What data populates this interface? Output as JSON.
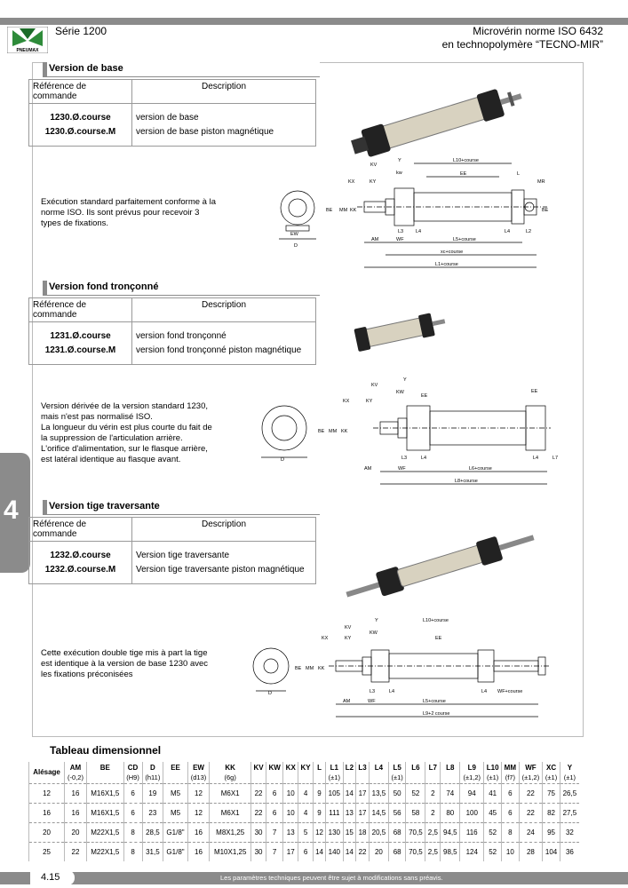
{
  "header": {
    "logo_text": "PNEUMAX",
    "series": "Série 1200",
    "title_line1": "Microvérin norme ISO 6432",
    "title_line2": "en technopolymère “TECNO-MIR”"
  },
  "side_tab": "4",
  "ref_header": {
    "col1": "Référence de commande",
    "col2": "Description"
  },
  "sections": [
    {
      "title": "Version de base",
      "codes": [
        "1230.Ø.course",
        "1230.Ø.course.M"
      ],
      "descriptions": [
        "version de base",
        "version de base piston magnétique"
      ],
      "text": "Exécution standard parfaitement conforme à la norme ISO. Ils sont prévus pour recevoir 3 types de fixations."
    },
    {
      "title": "Version fond tronçonné",
      "codes": [
        "1231.Ø.course",
        "1231.Ø.course.M"
      ],
      "descriptions": [
        "version fond tronçonné",
        "version fond tronçonné piston magnétique"
      ],
      "text_lines": [
        "Version dérivée de la version standard 1230,",
        "mais n'est pas normalisé ISO.",
        "La longueur du vérin est plus courte du fait de",
        "la suppression de l'articulation arrière.",
        "L'orifice d'alimentation, sur le flasque arrière,",
        "est latéral identique au flasque avant."
      ]
    },
    {
      "title": "Version tige traversante",
      "codes": [
        "1232.Ø.course",
        "1232.Ø.course.M"
      ],
      "descriptions": [
        "Version tige traversante",
        "Version tige traversante piston magnétique"
      ],
      "text": "Cette exécution double tige mis à part la tige est identique à la version de base 1230 avec les fixations préconisées"
    }
  ],
  "drawing_labels": {
    "d1": {
      "kv": "KV",
      "y": "Y",
      "kw": "kw",
      "l10": "L10+course",
      "kx": "KX",
      "ky": "KY",
      "ee": "EE",
      "l": "L",
      "mr": "MR",
      "be": "BE",
      "mm": "MM",
      "kk": "KK",
      "cd": "CD",
      "ew": "EW",
      "d": "D",
      "l3": "L3",
      "l4": "L4",
      "l2": "L2",
      "am": "AM",
      "wf": "WF",
      "l5": "L5+course",
      "xc": "xc+course",
      "l1": "L1+course"
    },
    "d2": {
      "y": "Y",
      "kv": "KV",
      "kw": "KW",
      "ee": "EE",
      "kx": "KX",
      "ky": "KY",
      "be": "BE",
      "mm": "MM",
      "kk": "KK",
      "d": "D",
      "l3": "L3",
      "l4": "L4",
      "l7": "L7",
      "am": "AM",
      "wf": "WF",
      "l6": "L6+course",
      "l8": "L8+course"
    },
    "d3": {
      "y": "Y",
      "l10": "L10+course",
      "kv": "KV",
      "kx": "KX",
      "ky": "KY",
      "kw": "KW",
      "ee": "EE",
      "be": "BE",
      "mm": "MM",
      "kk": "KK",
      "d": "D",
      "l3": "L3",
      "l4": "L4",
      "wf2": "WF+course",
      "am": "AM",
      "wf": "WF",
      "l5": "L5+course",
      "l9": "L9+2 course"
    }
  },
  "dim_table": {
    "title": "Tableau dimensionnel",
    "columns": [
      "Alésage",
      "AM",
      "BE",
      "CD",
      "D",
      "EE",
      "EW",
      "KK",
      "KV",
      "KW",
      "KX",
      "KY",
      "L",
      "L1",
      "L2",
      "L3",
      "L4",
      "L5",
      "L6",
      "L7",
      "L8",
      "L9",
      "L10",
      "MM",
      "WF",
      "XC",
      "Y"
    ],
    "tolerances": [
      "",
      "(-0,2)",
      "",
      "(H9)",
      "(h11)",
      "",
      "(d13)",
      "(6g)",
      "",
      "",
      "",
      "",
      "",
      "(±1)",
      "",
      "",
      "",
      "(±1)",
      "",
      "",
      "",
      "(±1,2)",
      "(±1)",
      "(f7)",
      "(±1,2)",
      "(±1)",
      "(±1)"
    ],
    "rows": [
      [
        "12",
        "16",
        "M16X1,5",
        "6",
        "19",
        "M5",
        "12",
        "M6X1",
        "22",
        "6",
        "10",
        "4",
        "9",
        "105",
        "14",
        "17",
        "13,5",
        "50",
        "52",
        "2",
        "74",
        "94",
        "41",
        "6",
        "22",
        "75",
        "26,5"
      ],
      [
        "16",
        "16",
        "M16X1,5",
        "6",
        "23",
        "M5",
        "12",
        "M6X1",
        "22",
        "6",
        "10",
        "4",
        "9",
        "111",
        "13",
        "17",
        "14,5",
        "56",
        "58",
        "2",
        "80",
        "100",
        "45",
        "6",
        "22",
        "82",
        "27,5"
      ],
      [
        "20",
        "20",
        "M22X1,5",
        "8",
        "28,5",
        "G1/8\"",
        "16",
        "M8X1,25",
        "30",
        "7",
        "13",
        "5",
        "12",
        "130",
        "15",
        "18",
        "20,5",
        "68",
        "70,5",
        "2,5",
        "94,5",
        "116",
        "52",
        "8",
        "24",
        "95",
        "32"
      ],
      [
        "25",
        "22",
        "M22X1,5",
        "8",
        "31,5",
        "G1/8\"",
        "16",
        "M10X1,25",
        "30",
        "7",
        "17",
        "6",
        "14",
        "140",
        "14",
        "22",
        "20",
        "68",
        "70,5",
        "2,5",
        "98,5",
        "124",
        "52",
        "10",
        "28",
        "104",
        "36"
      ]
    ]
  },
  "footer": {
    "page": "4.15",
    "disclaimer": "Les paramètres techniques peuvent être sujet à modifications sans préavis."
  }
}
